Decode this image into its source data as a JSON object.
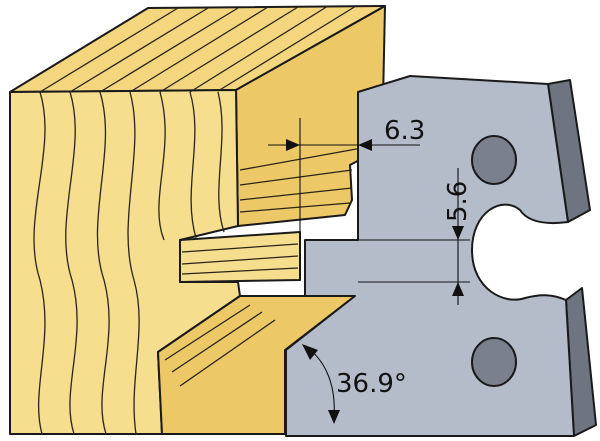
{
  "diagram": {
    "dimensions": {
      "depth": "6.3",
      "width": "5.6",
      "angle": "36.9°"
    },
    "colors": {
      "wood_face": "#F6DE8F",
      "wood_top": "#F3D67E",
      "wood_side": "#EDC867",
      "knife_face": "#B4BCC9",
      "knife_side": "#6E7480",
      "hole": "#7A808C",
      "outline": "#1A1A1A"
    }
  }
}
